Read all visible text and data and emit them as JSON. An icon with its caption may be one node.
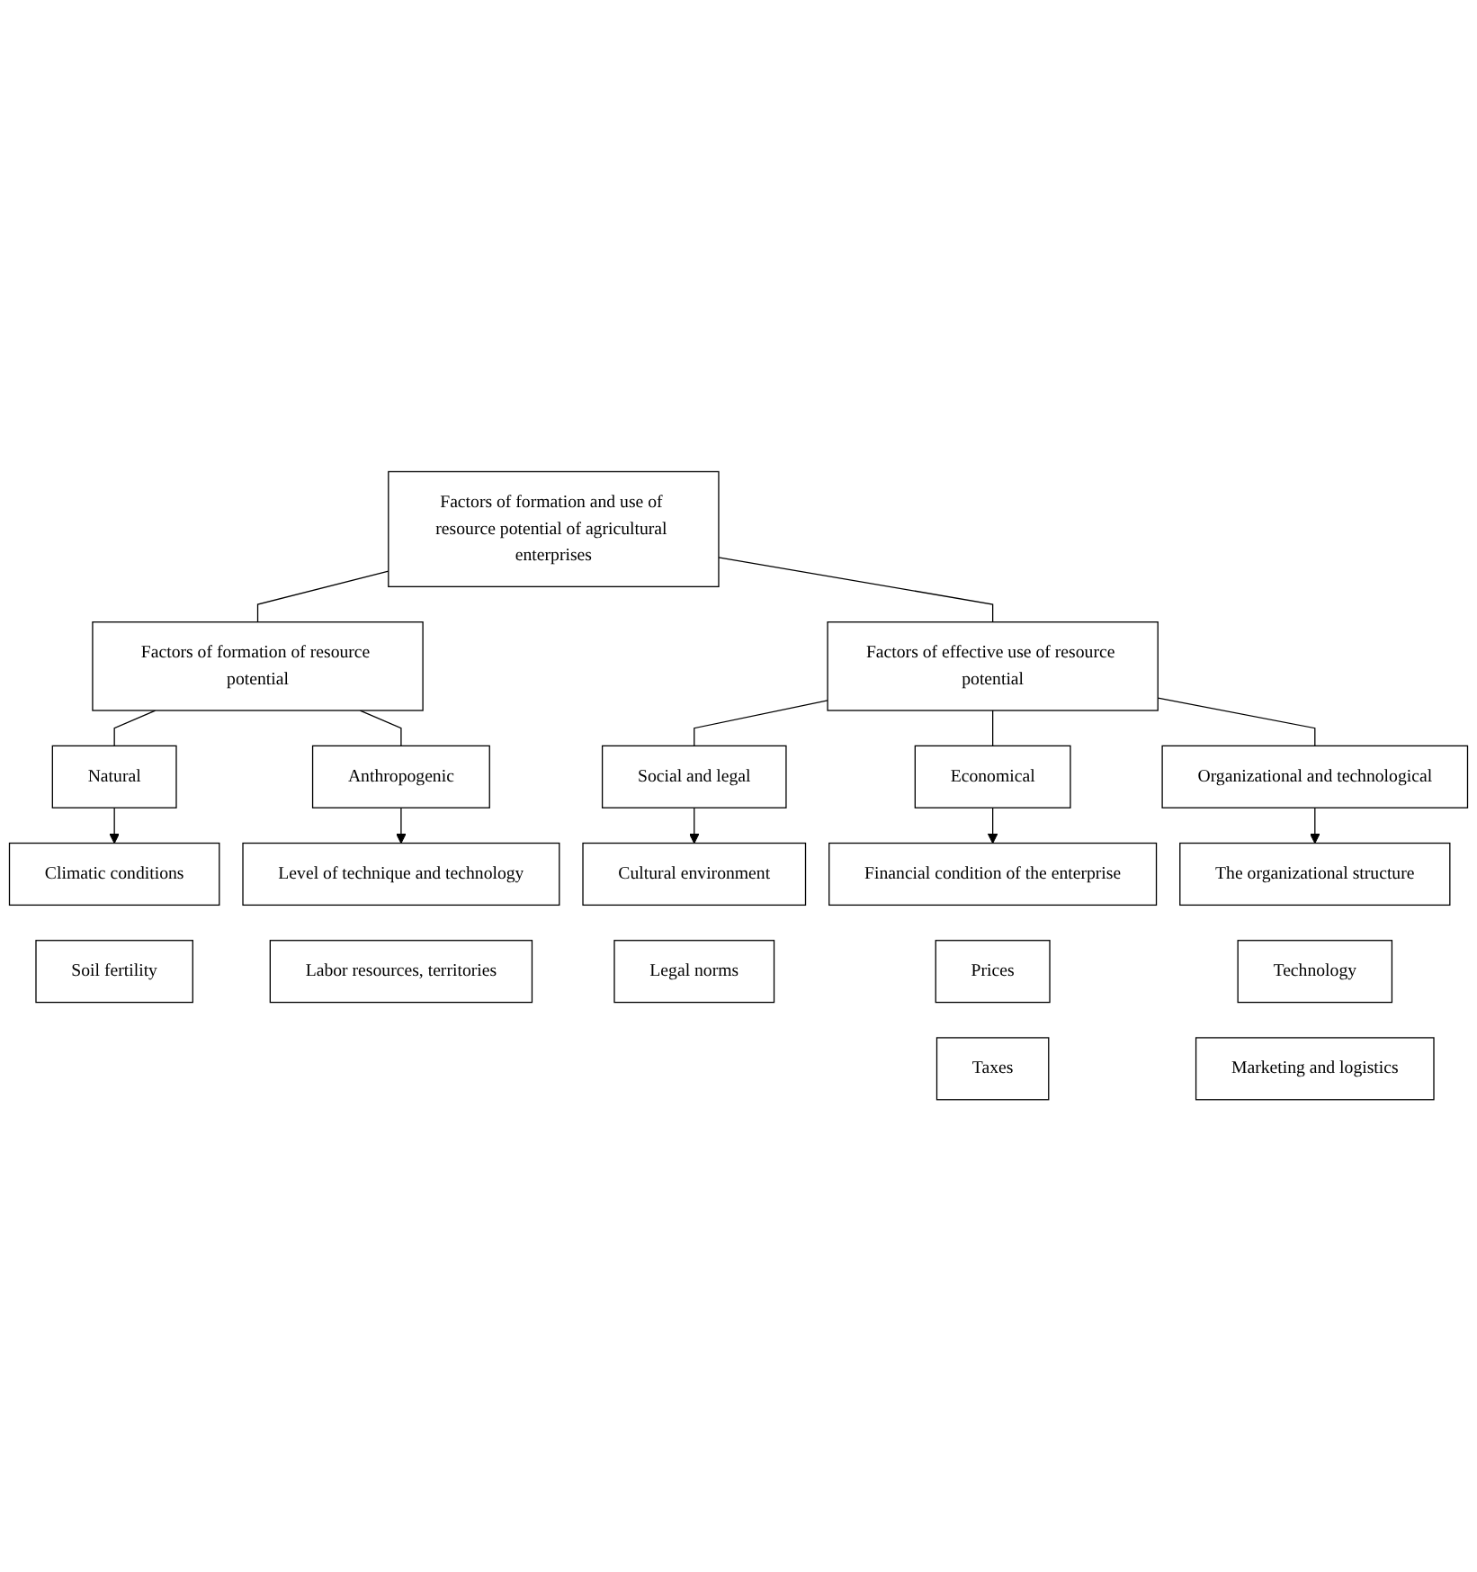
{
  "diagram": {
    "nodes": [
      {
        "text": [
          "Factors of formation and use of resource potential of agricultural enterprises"
        ]
      },
      {
        "text": [
          "Factors of formation of resource potential"
        ]
      },
      {
        "text": [
          "Factors of effective use of resource potential"
        ]
      },
      {
        "text": [
          "Natural"
        ]
      },
      {
        "text": [
          "Climatic conditions"
        ]
      },
      {
        "text": [
          "Soil fertility"
        ]
      },
      {
        "text": [
          "Anthropogenic"
        ]
      },
      {
        "text": [
          "Level of technique and technology"
        ]
      },
      {
        "text": [
          "Labor resources, territories"
        ]
      },
      {
        "text": [
          "Social and legal"
        ]
      },
      {
        "text": [
          "Cultural environment"
        ]
      },
      {
        "text": [
          "Legal norms"
        ]
      },
      {
        "text": [
          "Economical"
        ]
      },
      {
        "text": [
          "Financial condition of the enterprise"
        ]
      },
      {
        "text": [
          "Prices"
        ]
      },
      {
        "text": [
          "Taxes"
        ]
      },
      {
        "text": [
          "Organizational and technological"
        ]
      },
      {
        "text": [
          "The organizational structure"
        ]
      },
      {
        "text": [
          "Technology"
        ]
      },
      {
        "text": [
          "Marketing and logistics"
        ]
      }
    ],
    "edges": [
      {
        "from": 0,
        "to": 1,
        "arrow": "none"
      },
      {
        "from": 0,
        "to": 2,
        "arrow": "none"
      },
      {
        "from": 1,
        "to": 3,
        "arrow": "none"
      },
      {
        "from": 1,
        "to": 6,
        "arrow": "none"
      },
      {
        "from": 3,
        "to": 4,
        "arrow": "to"
      },
      {
        "from": 6,
        "to": 7,
        "arrow": "to"
      },
      {
        "from": 2,
        "to": 9,
        "arrow": "none"
      },
      {
        "from": 2,
        "to": 12,
        "arrow": "none"
      },
      {
        "from": 2,
        "to": 16,
        "arrow": "none"
      },
      {
        "from": 9,
        "to": 10,
        "arrow": "to"
      },
      {
        "from": 12,
        "to": 13,
        "arrow": "to"
      },
      {
        "from": 16,
        "to": 17,
        "arrow": "to"
      }
    ]
  }
}
